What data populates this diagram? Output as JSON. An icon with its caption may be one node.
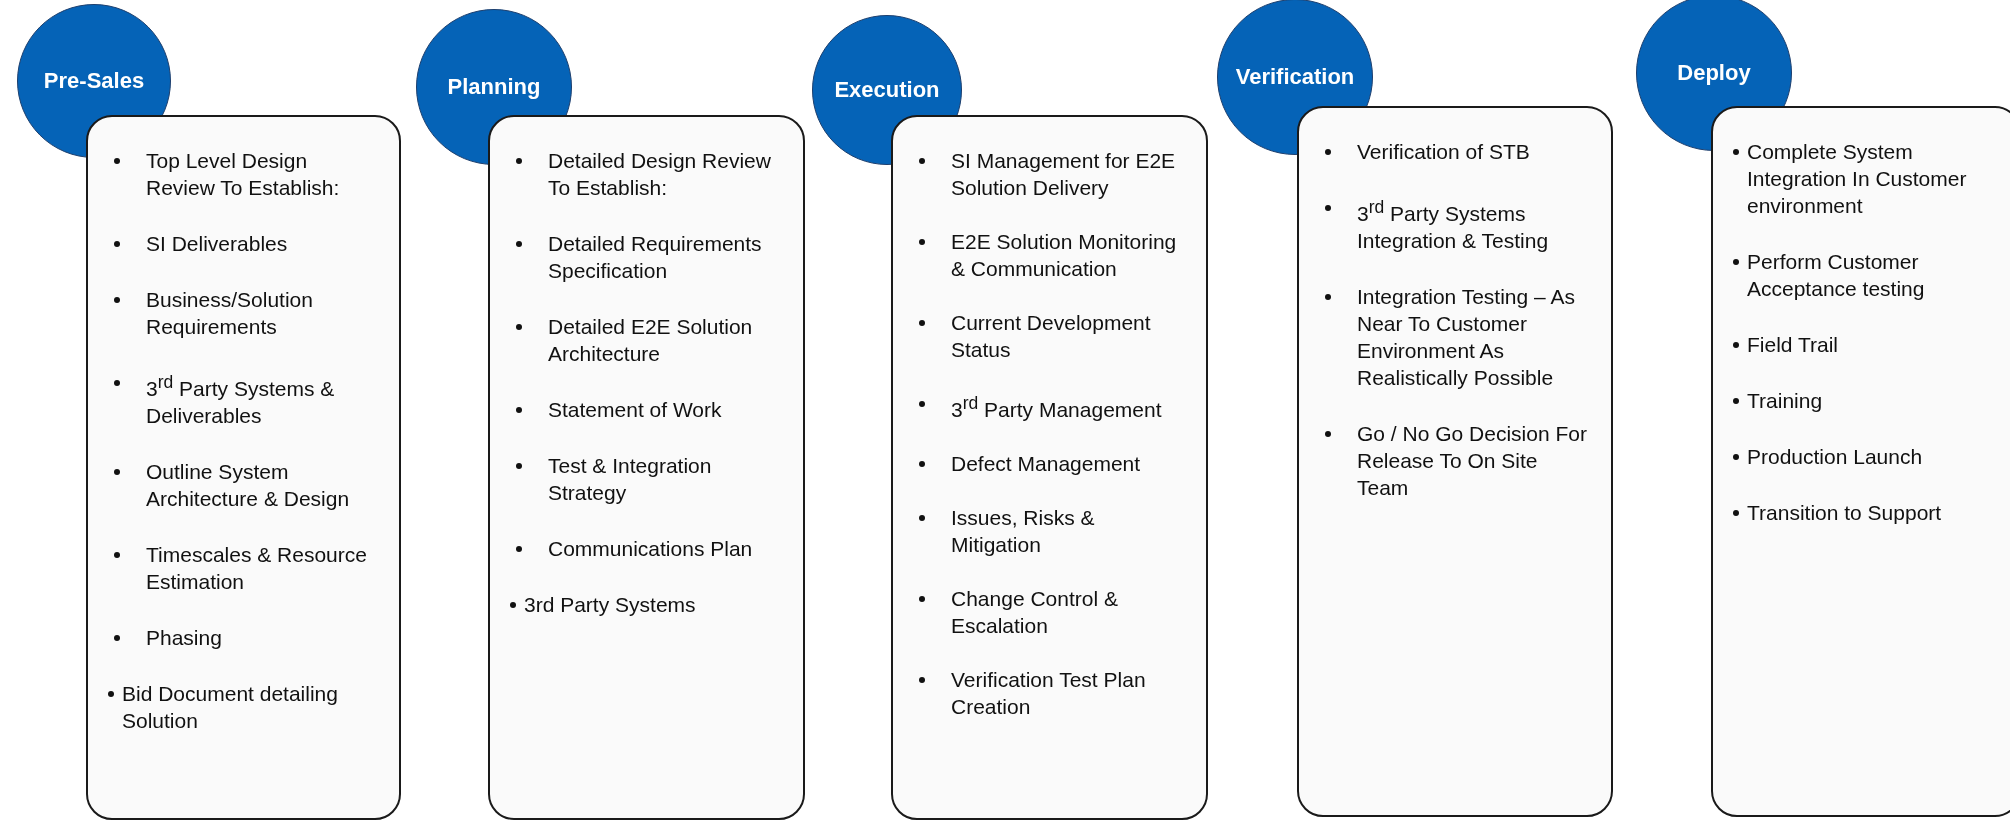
{
  "diagram": {
    "nodes": [
      {
        "text": [
          "Pre-Sales"
        ]
      },
      {
        "text": [
          "Top Level Design Review To Establish:",
          "SI Deliverables",
          "Business/Solution Requirements",
          "3$^{rd}$ Party Systems & Deliverables",
          "Outline System Architecture & Design",
          "Timescales & Resource Estimation",
          "Phasing",
          "Bid Document detailing Solution"
        ]
      },
      {
        "text": [
          "Planning"
        ]
      },
      {
        "text": [
          "Detailed Design Review To Establish:",
          "Detailed Requirements Specification",
          "Detailed E2E Solution Architecture",
          "Statement of Work",
          "Test & Integration Strategy",
          "Communications Plan",
          "3rd Party Systems"
        ]
      },
      {
        "text": [
          "Execution"
        ]
      },
      {
        "text": [
          "SI Management for E2E Solution Delivery",
          "E2E Solution Monitoring & Communication",
          "Current Development Status",
          "3$^{rd}$ Party Management",
          "Defect Management",
          "Issues, Risks & Mitigation",
          "Change Control & Escalation",
          "Verification Test Plan Creation"
        ]
      },
      {
        "text": [
          "Verification"
        ]
      },
      {
        "text": [
          "Verification of STB",
          "3$^{rd}$ Party Systems Integration & Testing",
          "Integration Testing – As Near To Customer Environment As Realistically Possible",
          "Go / No Go Decision For Release To On Site Team"
        ]
      },
      {
        "text": [
          "Deploy"
        ]
      },
      {
        "text": [
          "Complete System Integration In Customer environment",
          "Perform Customer Acceptance testing",
          "Field Trail",
          "Training",
          "Production Launch",
          "Transition to Support"
        ]
      }
    ]
  }
}
